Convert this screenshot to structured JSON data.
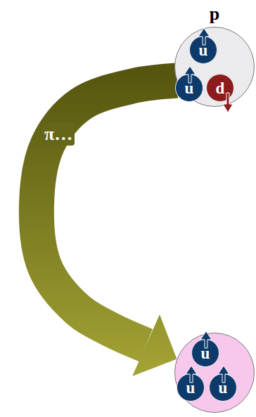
{
  "diagram": {
    "nodes": [
      {
        "text": [
          "p"
        ]
      },
      {
        "text": [
          "u"
        ],
        "in": 0
      },
      {
        "text": [
          "u"
        ],
        "in": 0
      },
      {
        "text": [
          "d"
        ],
        "in": 0
      },
      {
        "text": []
      },
      {
        "text": [
          "u"
        ],
        "in": 4
      },
      {
        "text": [
          "u"
        ],
        "in": 4
      },
      {
        "text": [
          "u"
        ],
        "in": 4
      }
    ],
    "edges": [
      {
        "from": 0,
        "to": 4,
        "label": "π…",
        "arrow": "to"
      }
    ]
  }
}
